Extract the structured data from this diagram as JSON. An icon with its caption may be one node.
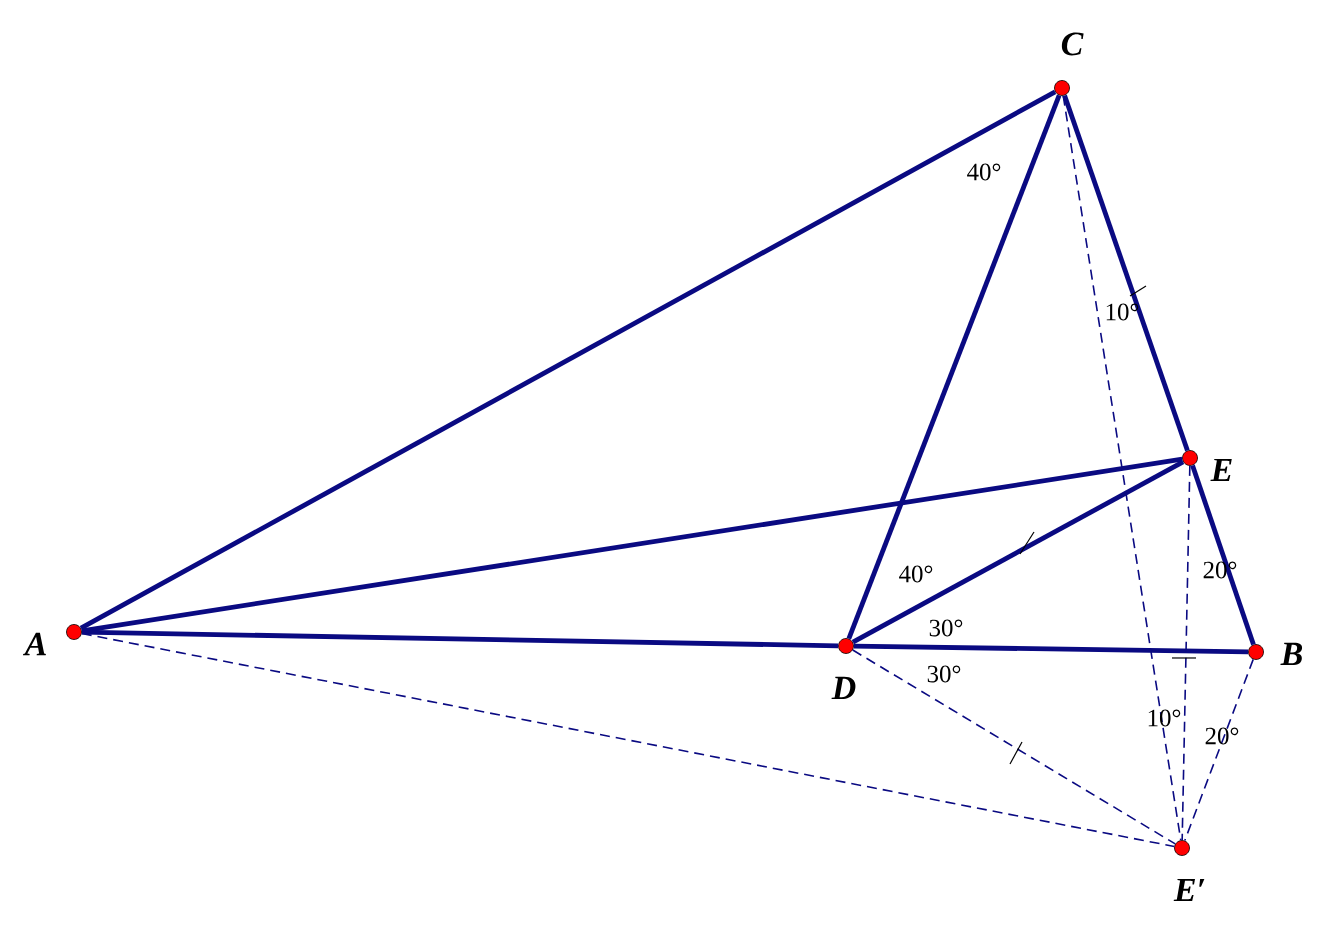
{
  "diagram": {
    "nodes": [
      {
        "text": [
          "C"
        ]
      },
      {
        "text": [
          "E"
        ]
      },
      {
        "text": [
          "A"
        ]
      },
      {
        "text": [
          "D"
        ]
      },
      {
        "text": [
          "B"
        ]
      },
      {
        "text": [
          "E′"
        ]
      }
    ],
    "edges": [
      {
        "from": 2,
        "to": 0,
        "arrow": "none"
      },
      {
        "from": 0,
        "to": 3,
        "arrow": "none"
      },
      {
        "from": 0,
        "to": 1,
        "arrow": "none"
      },
      {
        "from": 1,
        "to": 4,
        "arrow": "none"
      },
      {
        "from": 2,
        "to": 1,
        "arrow": "none"
      },
      {
        "from": 2,
        "to": 3,
        "arrow": "none"
      },
      {
        "from": 3,
        "to": 4,
        "arrow": "none"
      },
      {
        "from": 3,
        "to": 1,
        "arrow": "none"
      },
      {
        "from": 0,
        "to": 5,
        "arrow": "none",
        "style": "dashed"
      },
      {
        "from": 1,
        "to": 5,
        "arrow": "none",
        "style": "dashed"
      },
      {
        "from": 2,
        "to": 5,
        "arrow": "none",
        "style": "dashed"
      },
      {
        "from": 3,
        "to": 5,
        "arrow": "none",
        "style": "dashed"
      },
      {
        "from": 4,
        "to": 5,
        "arrow": "none",
        "style": "dashed"
      }
    ],
    "labels": [
      "40°",
      "10°",
      "40°",
      "20°",
      "30°",
      "30°",
      "10°",
      "20°"
    ]
  }
}
